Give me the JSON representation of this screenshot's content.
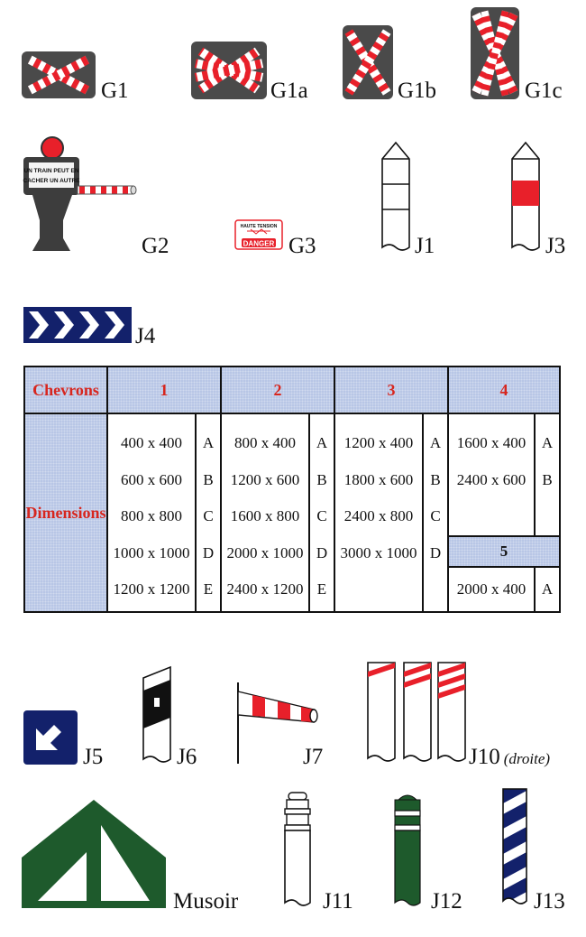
{
  "signs": [
    {
      "id": "G1",
      "label": "G1"
    },
    {
      "id": "G1a",
      "label": "G1a"
    },
    {
      "id": "G1b",
      "label": "G1b"
    },
    {
      "id": "G1c",
      "label": "G1c"
    },
    {
      "id": "G2",
      "label": "G2",
      "panel_line1": "UN TRAIN PEUT EN",
      "panel_line2": "CACHER UN AUTRE"
    },
    {
      "id": "G3",
      "label": "G3",
      "panel_line1": "HAUTE TENSION",
      "panel_line2": "DANGER"
    },
    {
      "id": "J1",
      "label": "J1"
    },
    {
      "id": "J3",
      "label": "J3"
    },
    {
      "id": "J4",
      "label": "J4"
    },
    {
      "id": "J5",
      "label": "J5"
    },
    {
      "id": "J6",
      "label": "J6"
    },
    {
      "id": "J7",
      "label": "J7"
    },
    {
      "id": "J10",
      "label": "J10",
      "note": "(droite)"
    },
    {
      "id": "Musoir",
      "label": "Musoir"
    },
    {
      "id": "J11",
      "label": "J11"
    },
    {
      "id": "J12",
      "label": "J12"
    },
    {
      "id": "J13",
      "label": "J13"
    }
  ],
  "table": {
    "row_header_chevrons": "Chevrons",
    "row_header_dimensions": "Dimensions",
    "groups": [
      {
        "number": "1",
        "sizes": [
          "400 x 400",
          "600 x 600",
          "800 x 800",
          "1000 x 1000",
          "1200 x 1200"
        ],
        "letters": [
          "A",
          "B",
          "C",
          "D",
          "E"
        ]
      },
      {
        "number": "2",
        "sizes": [
          "800 x 400",
          "1200 x 600",
          "1600 x 800",
          "2000 x 1000",
          "2400 x 1200"
        ],
        "letters": [
          "A",
          "B",
          "C",
          "D",
          "E"
        ]
      },
      {
        "number": "3",
        "sizes": [
          "1200 x 400",
          "1800 x 600",
          "2400 x 800",
          "3000 x 1000"
        ],
        "letters": [
          "A",
          "B",
          "C",
          "D"
        ]
      },
      {
        "number": "4",
        "sizes": [
          "1600 x 400",
          "2400 x 600"
        ],
        "letters": [
          "A",
          "B"
        ]
      },
      {
        "number": "5",
        "sizes": [
          "2000 x 400"
        ],
        "letters": [
          "A"
        ]
      }
    ]
  },
  "colors": {
    "sign_gray": "#4a4a4a",
    "stripe_red": "#e8202a",
    "navy": "#13216b",
    "green": "#1e5a2c",
    "table_blue": "#b8c6e6",
    "header_red": "#d7261e"
  }
}
